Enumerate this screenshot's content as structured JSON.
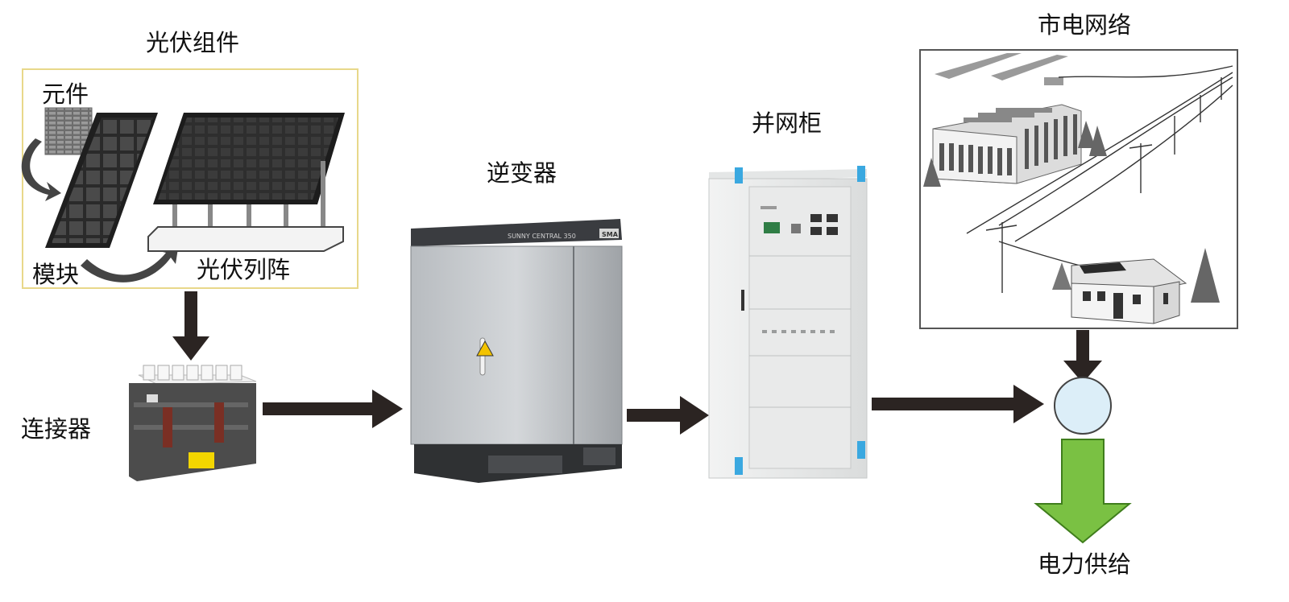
{
  "diagram": {
    "pv_assembly": {
      "title": "光伏组件",
      "cell_label": "元件",
      "module_label": "模块",
      "array_label": "光伏列阵"
    },
    "connector_label": "连接器",
    "inverter": {
      "title": "逆变器",
      "brand_text": "SUNNY CENTRAL 350",
      "logo_text": "SMA"
    },
    "grid_cabinet_label": "并网柜",
    "utility_grid_label": "市电网络",
    "power_supply_label": "电力供给",
    "colors": {
      "arrow": "#2b2422",
      "pv_frame_border": "#e8d88a",
      "node_fill": "#dceef8",
      "supply_arrow": "#7ac143",
      "cabinet_accent": "#3aa8e0"
    }
  }
}
